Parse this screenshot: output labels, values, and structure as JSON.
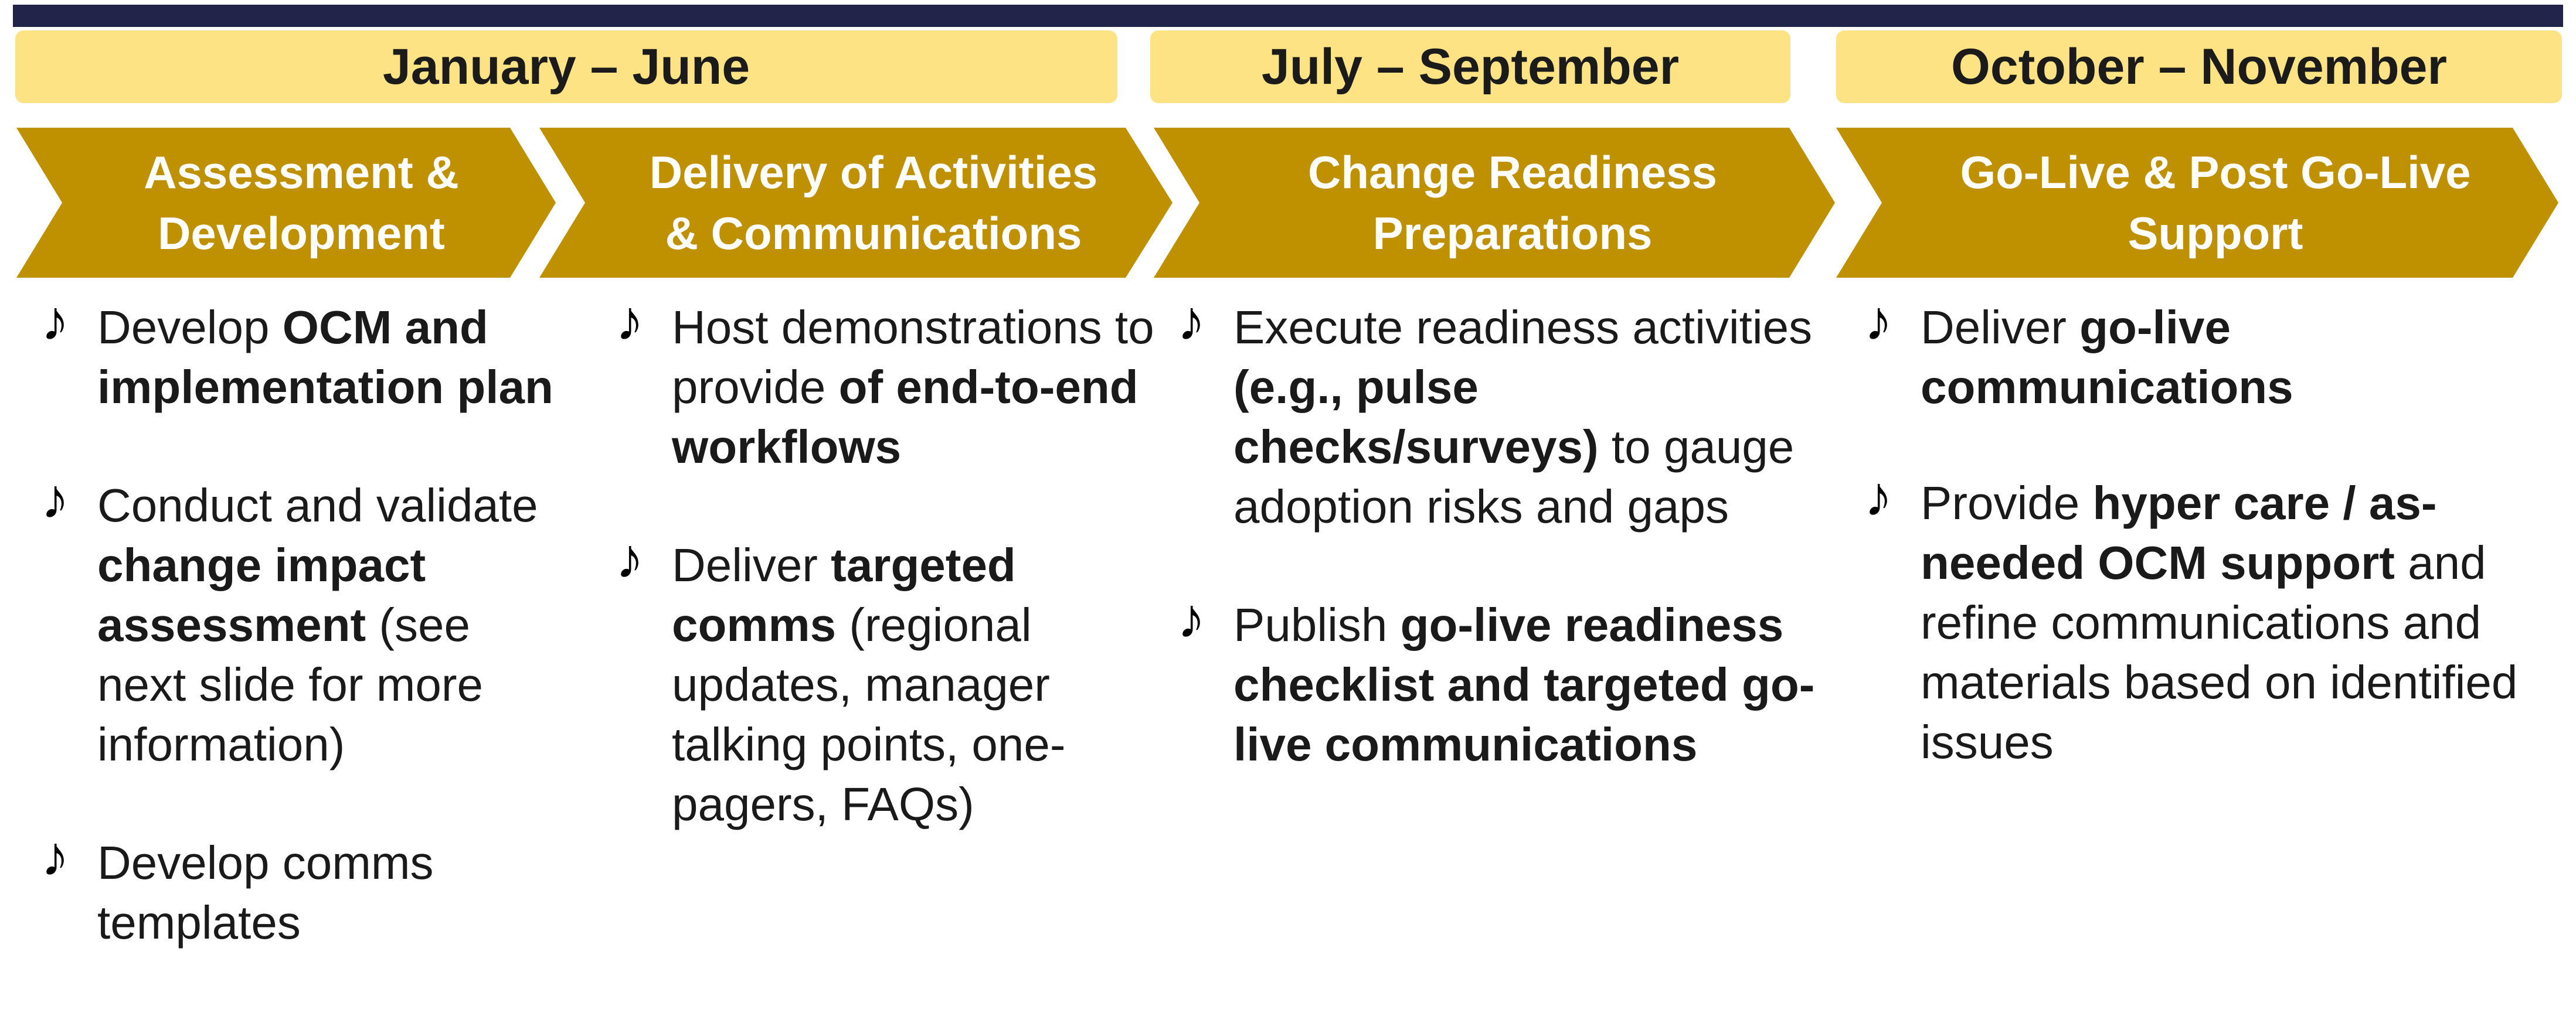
{
  "colors": {
    "top_rule": "#22244a",
    "period_fill": "#fde383",
    "chevron_fill": "#bf9100",
    "phase_text": "#ffffff",
    "body_text": "#1a1a1a"
  },
  "bullet_icon": "eighth-note-icon",
  "bullet_glyph": "♪",
  "periods": [
    {
      "label": "January – June"
    },
    {
      "label": "July – September"
    },
    {
      "label": "October – November"
    }
  ],
  "phases": [
    {
      "label": "Assessment &\nDevelopment",
      "bullets": [
        [
          {
            "t": "Develop ",
            "b": false
          },
          {
            "t": "OCM and implementation plan",
            "b": true
          }
        ],
        [
          {
            "t": "Conduct and validate ",
            "b": false
          },
          {
            "t": "change impact assessment",
            "b": true
          },
          {
            "t": " (see next slide for more information)",
            "b": false
          }
        ],
        [
          {
            "t": "Develop comms templates",
            "b": false
          }
        ]
      ]
    },
    {
      "label": "Delivery of Activities\n& Communications",
      "bullets": [
        [
          {
            "t": "Host demonstrations to provide ",
            "b": false
          },
          {
            "t": "of end-to-end workflows",
            "b": true
          }
        ],
        [
          {
            "t": "Deliver ",
            "b": false
          },
          {
            "t": "targeted comms",
            "b": true
          },
          {
            "t": " (regional updates, manager talking points, one-pagers, FAQs)",
            "b": false
          }
        ]
      ]
    },
    {
      "label": "Change Readiness\nPreparations",
      "bullets": [
        [
          {
            "t": "Execute readiness activities ",
            "b": false
          },
          {
            "t": "(e.g., pulse checks/surveys)",
            "b": true
          },
          {
            "t": " to gauge adoption risks and gaps",
            "b": false
          }
        ],
        [
          {
            "t": "Publish ",
            "b": false
          },
          {
            "t": "go-live readiness checklist and targeted go-live communications",
            "b": true
          }
        ]
      ]
    },
    {
      "label": "Go-Live & Post Go-Live\nSupport",
      "bullets": [
        [
          {
            "t": "Deliver ",
            "b": false
          },
          {
            "t": "go-live communications",
            "b": true
          }
        ],
        [
          {
            "t": "Provide ",
            "b": false
          },
          {
            "t": "hyper care / as-needed OCM support",
            "b": true
          },
          {
            "t": " and refine communications and materials based on identified issues",
            "b": false
          }
        ]
      ]
    }
  ]
}
